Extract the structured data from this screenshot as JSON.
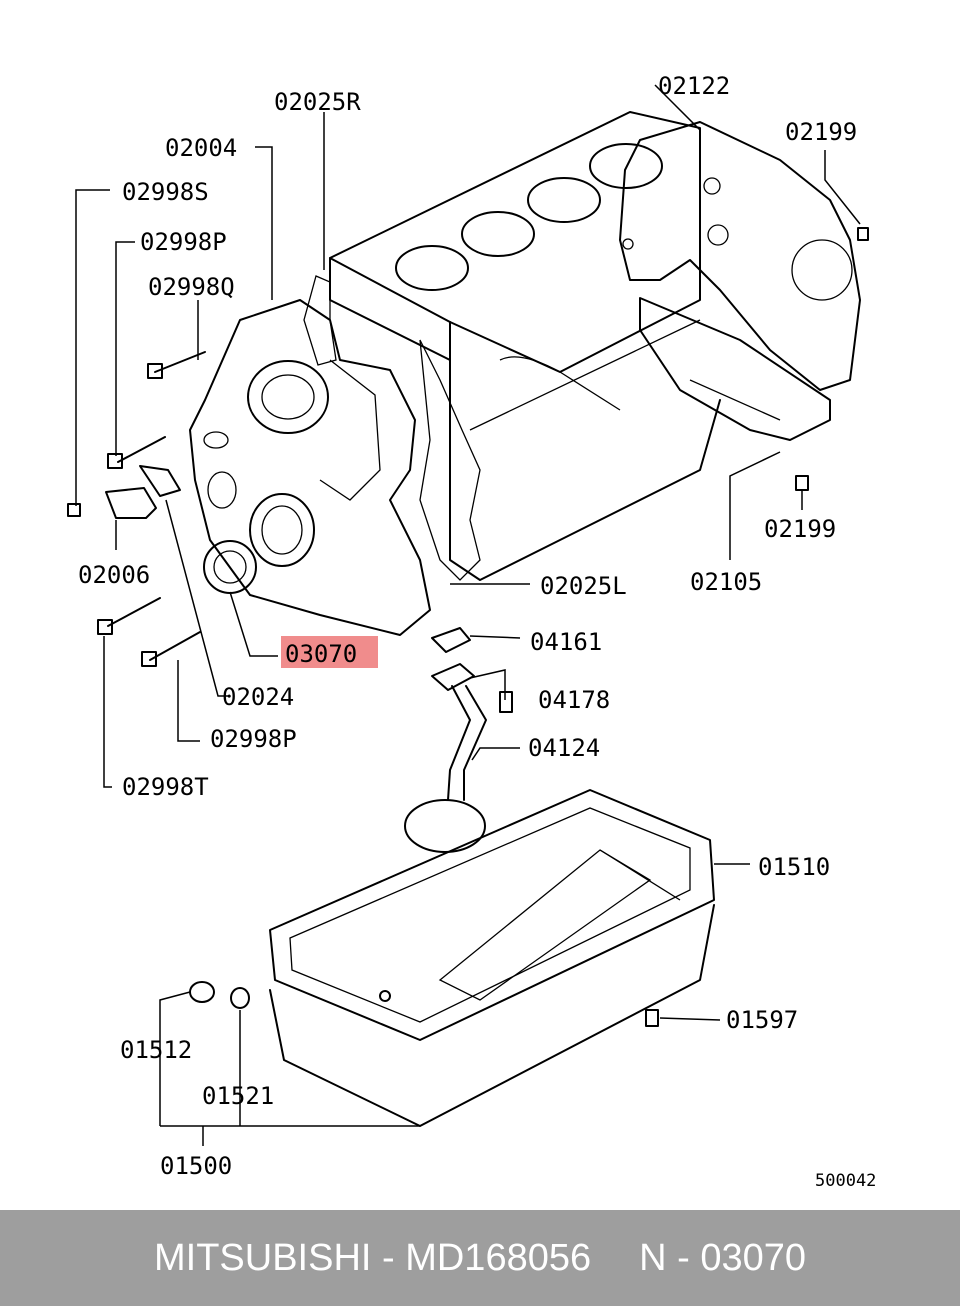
{
  "diagram": {
    "callouts": {
      "c02025R": "02025R",
      "c02004": "02004",
      "c02998S": "02998S",
      "c02998P_top": "02998P",
      "c02998Q": "02998Q",
      "c02006": "02006",
      "c03070": "03070",
      "c02024": "02024",
      "c02998P_bottom": "02998P",
      "c02998T": "02998T",
      "c02122": "02122",
      "c02199_top": "02199",
      "c02199_mid": "02199",
      "c02105": "02105",
      "c02025L": "02025L",
      "c04161": "04161",
      "c04178": "04178",
      "c04124": "04124",
      "c01510": "01510",
      "c01597": "01597",
      "c01512": "01512",
      "c01521": "01521",
      "c01500": "01500"
    },
    "diagram_code": "500042",
    "highlight_color": "#f08c8c"
  },
  "footer": {
    "brand_part": "MITSUBISHI - MD168056",
    "ref": "N - 03070"
  }
}
